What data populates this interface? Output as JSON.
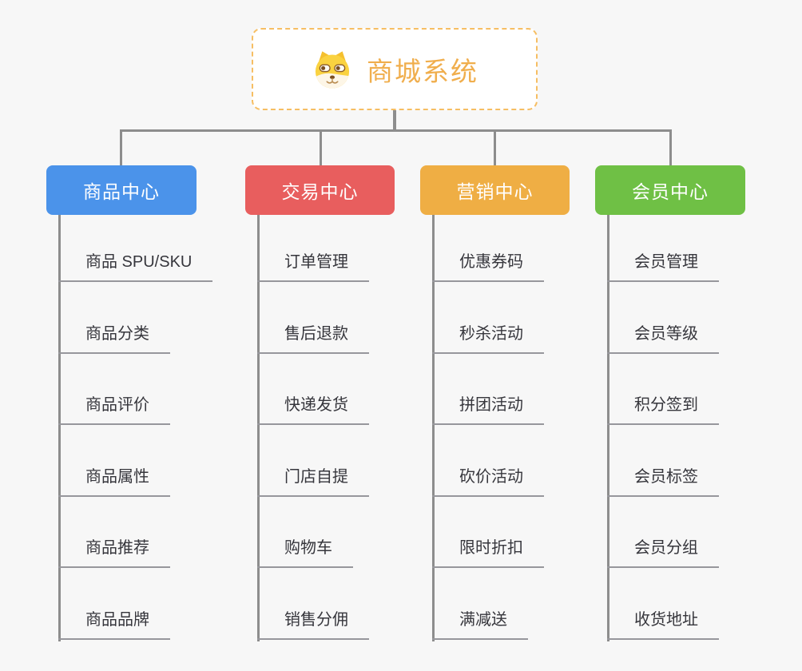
{
  "colors": {
    "bg": "#F7F7F7",
    "line": "#8D8D8D",
    "line2": "#97979C",
    "root-border": "#F6BE63",
    "root-text": "#F0AE4D"
  },
  "root": {
    "title": "商城系统",
    "icon": "dog-face-icon"
  },
  "branches": [
    {
      "label": "商品中心",
      "color": "#4B93EA",
      "items": [
        "商品 SPU/SKU",
        "商品分类",
        "商品评价",
        "商品属性",
        "商品推荐",
        "商品品牌"
      ]
    },
    {
      "label": "交易中心",
      "color": "#E85E5E",
      "items": [
        "订单管理",
        "售后退款",
        "快递发货",
        "门店自提",
        "购物车",
        "销售分佣"
      ]
    },
    {
      "label": "营销中心",
      "color": "#EFAE44",
      "items": [
        "优惠券码",
        "秒杀活动",
        "拼团活动",
        "砍价活动",
        "限时折扣",
        "满减送"
      ]
    },
    {
      "label": "会员中心",
      "color": "#6FC045",
      "items": [
        "会员管理",
        "会员等级",
        "积分签到",
        "会员标签",
        "会员分组",
        "收货地址"
      ]
    }
  ]
}
